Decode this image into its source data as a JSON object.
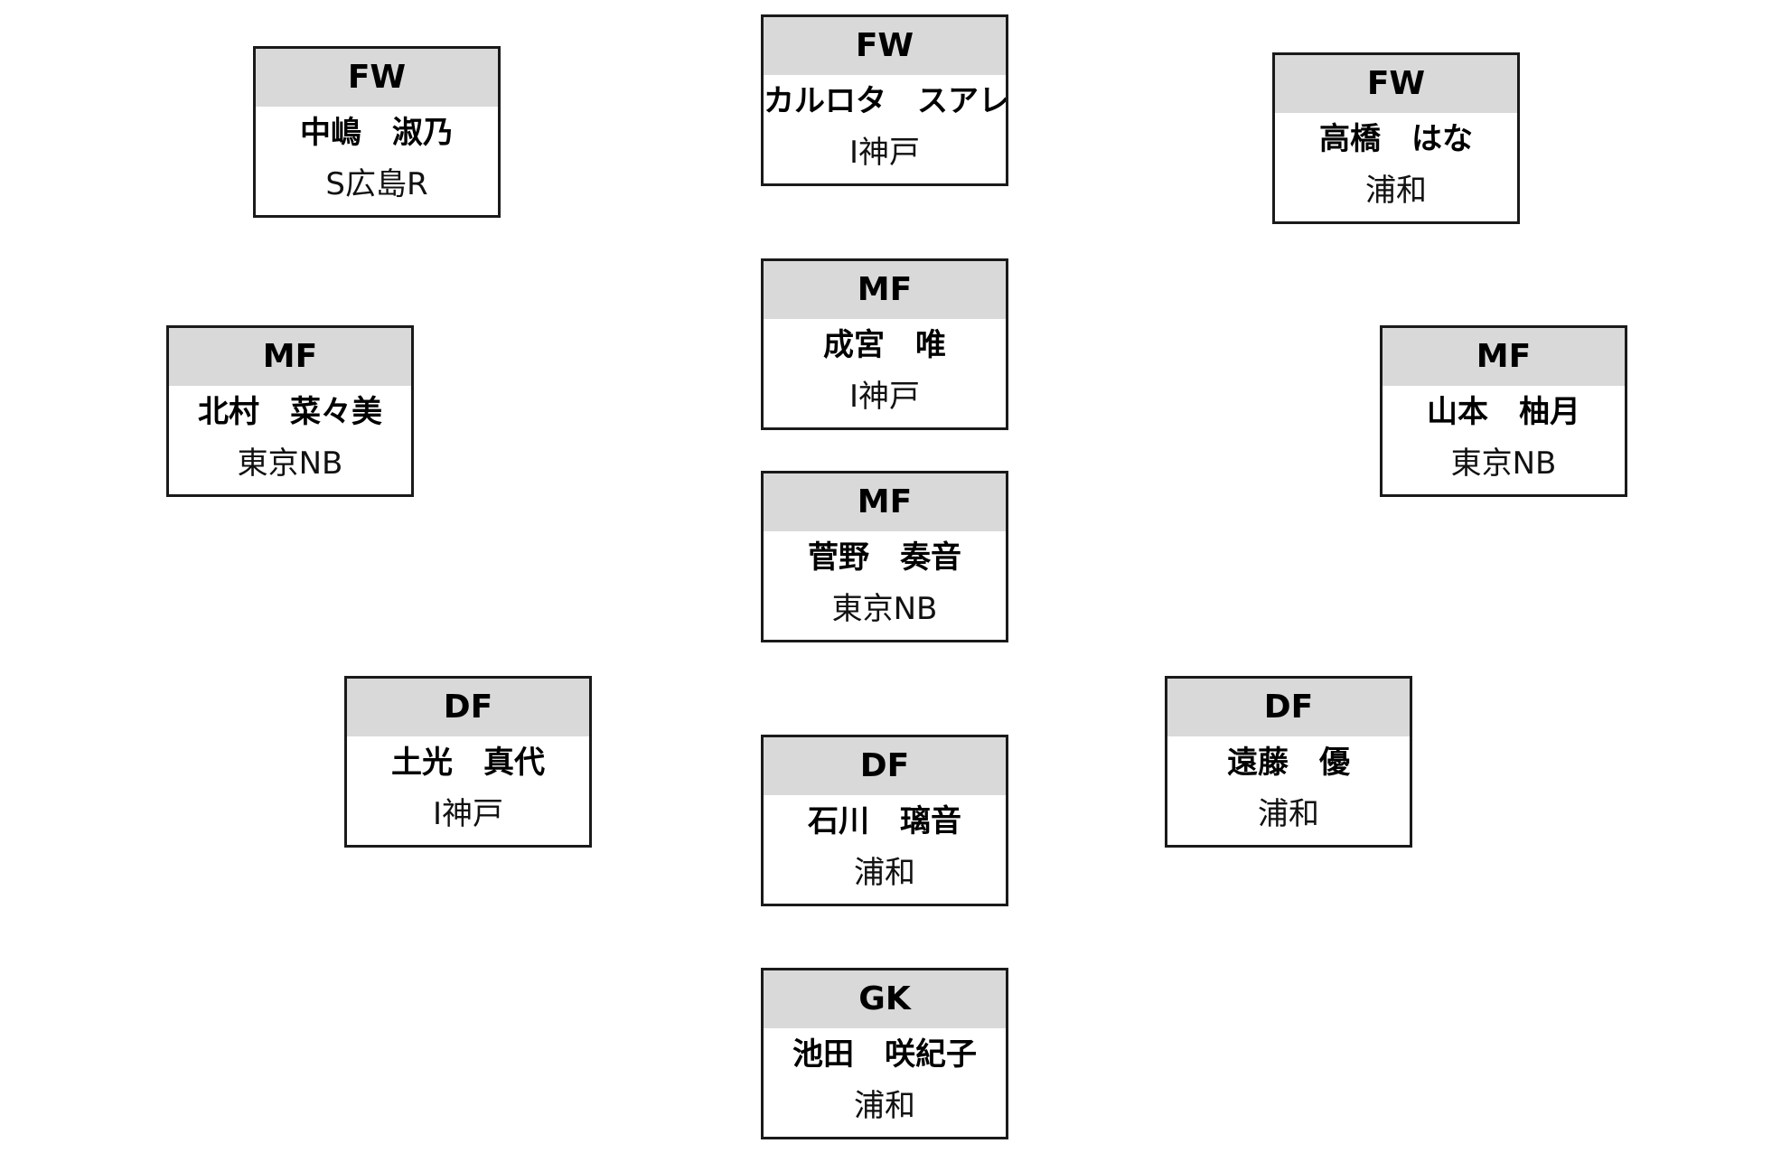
{
  "players": [
    {
      "position": "FW",
      "name": "中嶋　淑乃",
      "club": "S広島R"
    },
    {
      "position": "FW",
      "name": "カルロタ　スアレス",
      "club": "I神戸"
    },
    {
      "position": "FW",
      "name": "高橋　はな",
      "club": "浦和"
    },
    {
      "position": "MF",
      "name": "北村　菜々美",
      "club": "東京NB"
    },
    {
      "position": "MF",
      "name": "成宮　唯",
      "club": "I神戸"
    },
    {
      "position": "MF",
      "name": "山本　柚月",
      "club": "東京NB"
    },
    {
      "position": "MF",
      "name": "菅野　奏音",
      "club": "東京NB"
    },
    {
      "position": "DF",
      "name": "土光　真代",
      "club": "I神戸"
    },
    {
      "position": "DF",
      "name": "遠藤　優",
      "club": "浦和"
    },
    {
      "position": "DF",
      "name": "石川　璃音",
      "club": "浦和"
    },
    {
      "position": "GK",
      "name": "池田　咲紀子",
      "club": "浦和"
    }
  ]
}
